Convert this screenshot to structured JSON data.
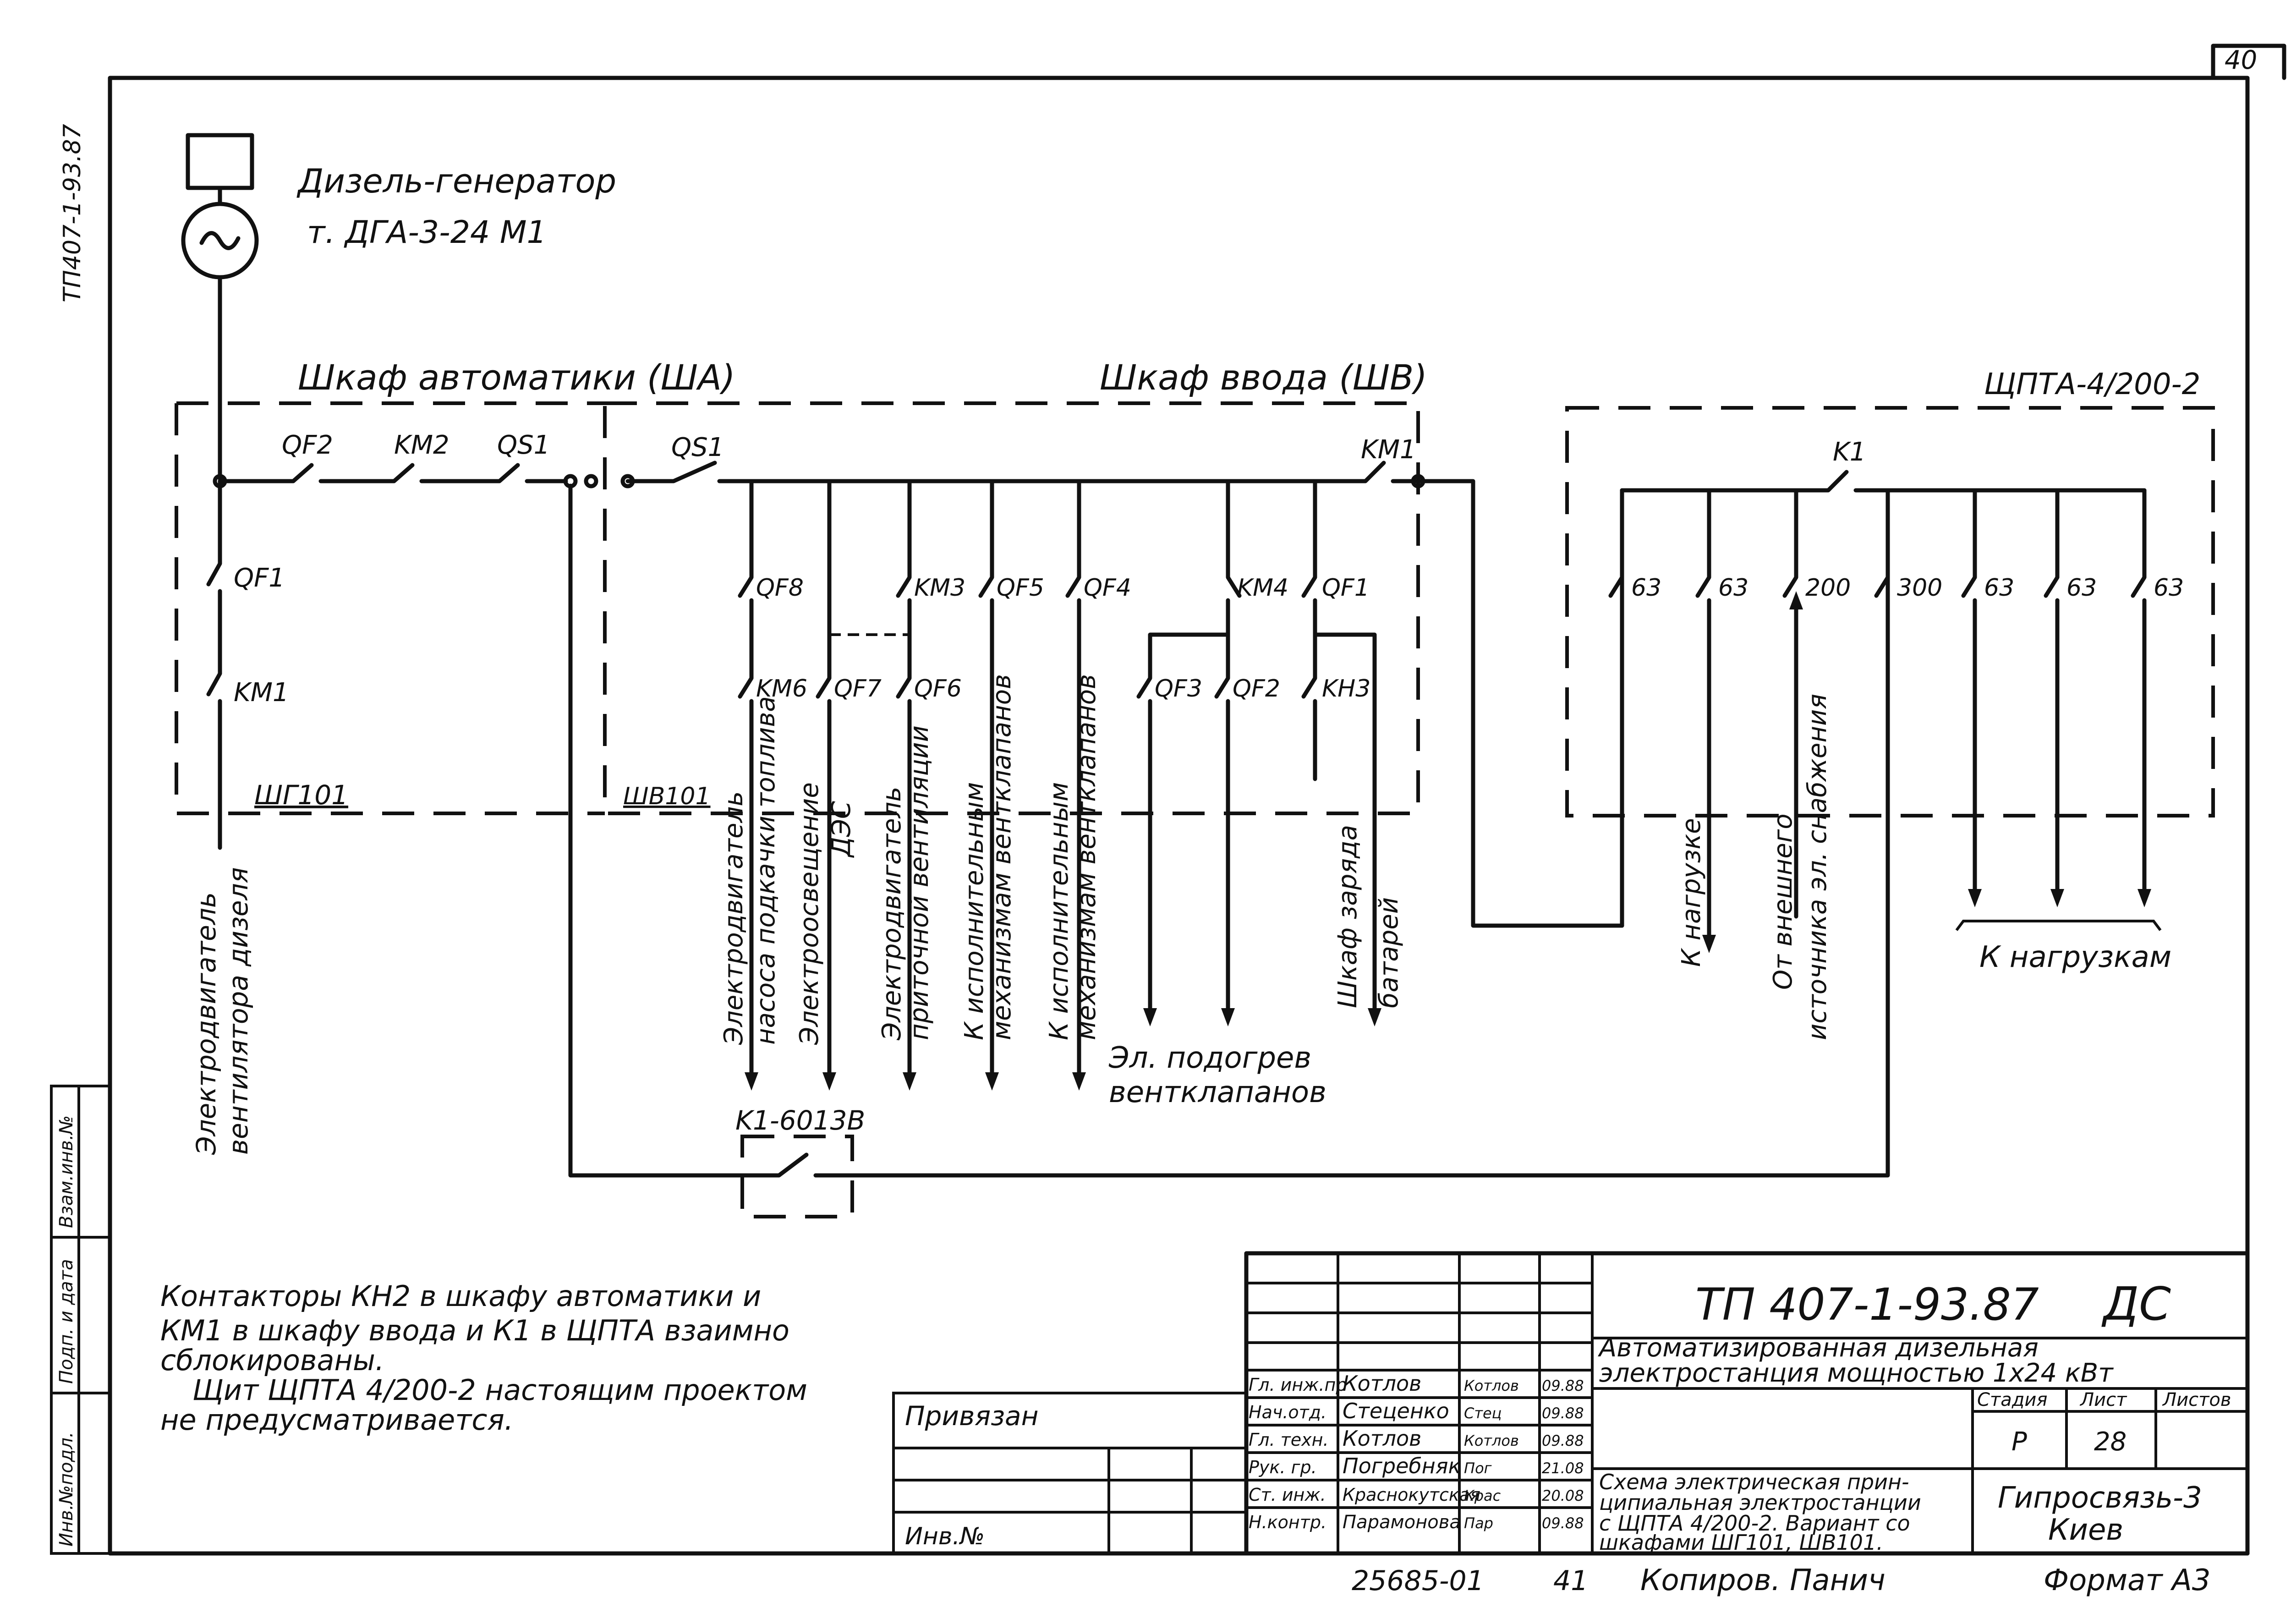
{
  "sheet": {
    "page_number": "40",
    "side_code": "ТП407-1-93.87"
  },
  "generator": {
    "line1": "Дизель-генератор",
    "line2": "т. ДГА-3-24 М1"
  },
  "cabinets": {
    "sha": "Шкаф автоматики (ША)",
    "shv": "Шкаф ввода (ШВ)",
    "shchpta": "ЩПТА-4/200-2",
    "sha_id": "ШГ101",
    "shv_id": "ШВ101"
  },
  "devices": {
    "sha_qf2": "QF2",
    "sha_km2": "KM2",
    "sha_qs1": "QS1",
    "sha_qf1": "QF1",
    "sha_km1": "KM1",
    "shv_qs1": "QS1",
    "shv_km1": "KM1",
    "qf8": "QF8",
    "km6": "KM6",
    "qf7": "QF7",
    "km3": "KM3",
    "qf6": "QF6",
    "qf5": "QF5",
    "qf4": "QF4",
    "km4": "KM4",
    "qf1": "QF1",
    "qf3": "QF3",
    "qf2": "QF2",
    "kn3": "KH3",
    "k1": "K1",
    "b1": "63",
    "b2": "63",
    "b3": "200",
    "b4": "300",
    "b5": "63",
    "b6": "63",
    "b7": "63",
    "relay": "K1-6013В"
  },
  "loads": {
    "fan_motor_1": "Электродвигатель",
    "fan_motor_2": "вентилятора дизеля",
    "fuel_pump_1": "Электродвигатель",
    "fuel_pump_2": "насоса подкачки топлива",
    "lighting_1": "Электроосвещение",
    "lighting_2": "ДЭС",
    "vent_motor_1": "Электродвигатель",
    "vent_motor_2": "приточной вентиляции",
    "valve1_1": "К исполнительным",
    "valve1_2": "механизмам вентклапанов",
    "valve2_1": "К исполнительным",
    "valve2_2": "механизмам вентклапанов",
    "heating_1": "Эл. подогрев",
    "heating_2": "вентклапанов",
    "charge_1": "Шкаф заряда",
    "charge_2": "батарей",
    "to_load": "К нагрузке",
    "external_1": "От внешнего",
    "external_2": "источника эл. снабжения",
    "to_loads": "К нагрузкам"
  },
  "notes": {
    "line1": "Контакторы КН2 в шкафу автоматики и",
    "line2": "КМ1 в шкафу ввода и К1 в ЩПТА взаимно",
    "line3": "сблокированы.",
    "line4": "Щит ЩПТА 4/200-2 настоящим проектом",
    "line5": "не предусматривается."
  },
  "binding": {
    "label": "Привязан",
    "inv": "Инв.№"
  },
  "title_block": {
    "code": "ТП 407-1-93.87",
    "mark": "ДС",
    "project_1": "Автоматизированная дизельная",
    "project_2": "электростанция мощностью 1х24 кВт",
    "stage_h": "Стадия",
    "sheet_h": "Лист",
    "sheets_h": "Листов",
    "stage": "Р",
    "sheet": "28",
    "desc_1": "Схема электрическая прин-",
    "desc_2": "ципиальная электростанции",
    "desc_3": "с ЩПТА 4/200-2. Вариант со",
    "desc_4": "шкафами ШГ101, ШВ101.",
    "org_1": "Гипросвязь-3",
    "org_2": "Киев",
    "people": [
      {
        "role": "Гл. инж.пр",
        "name": "Котлов",
        "sign": "Котлов",
        "date": "09.88"
      },
      {
        "role": "Нач.отд.",
        "name": "Стеценко",
        "sign": "Стец",
        "date": "09.88"
      },
      {
        "role": "Гл. техн.",
        "name": "Котлов",
        "sign": "Котлов",
        "date": "09.88"
      },
      {
        "role": "Рук. гр.",
        "name": "Погребняк",
        "sign": "Пог",
        "date": "21.08"
      },
      {
        "role": "Ст. инж.",
        "name": "Краснокутская",
        "sign": "Крас",
        "date": "20.08"
      },
      {
        "role": "Н.контр.",
        "name": "Парамонова",
        "sign": "Пар",
        "date": "09.88"
      }
    ]
  },
  "side_stamps": {
    "s1": "Взам.инв.№",
    "s2": "Подп. и дата",
    "s3": "Инв.№подл."
  },
  "footer": {
    "copy": "Копиров. Панич",
    "format": "Формат А3",
    "num": "25685-01",
    "page2": "41"
  }
}
